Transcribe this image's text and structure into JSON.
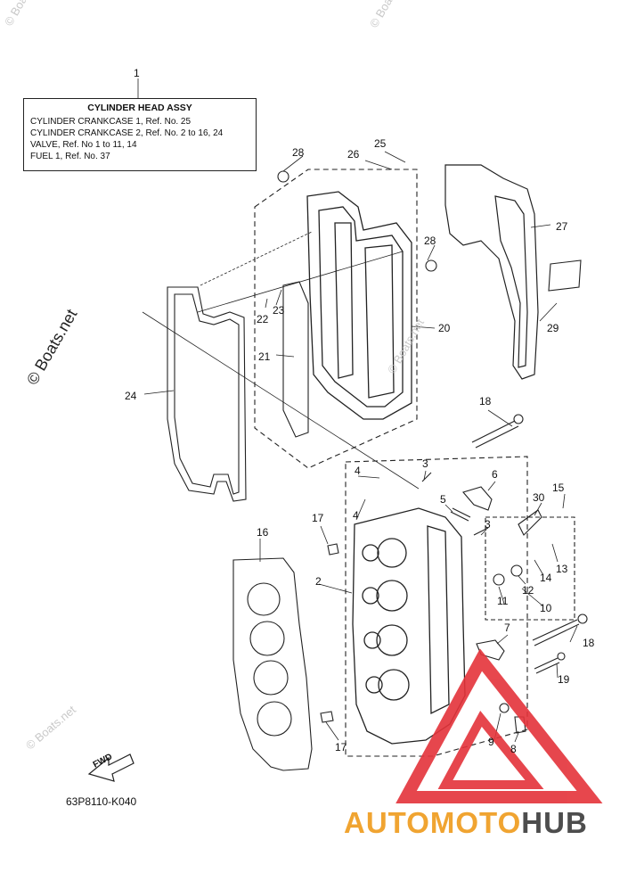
{
  "ref_box": {
    "number": "1",
    "title": "CYLINDER HEAD ASSY",
    "lines": [
      "CYLINDER CRANKCASE 1,  Ref. No. 25",
      "CYLINDER CRANKCASE 2,  Ref. No. 2 to 16, 24",
      "VALVE,  Ref. No 1 to 11, 14",
      "FUEL 1,  Ref. No. 37"
    ]
  },
  "callouts": [
    "1",
    "2",
    "3",
    "3",
    "4",
    "4",
    "5",
    "6",
    "7",
    "8",
    "9",
    "10",
    "11",
    "12",
    "13",
    "14",
    "15",
    "16",
    "17",
    "17",
    "18",
    "18",
    "19",
    "20",
    "21",
    "22",
    "23",
    "24",
    "25",
    "26",
    "27",
    "28",
    "28",
    "29",
    "30"
  ],
  "watermark": {
    "main": "© Boats.net",
    "small": "© Boats.net"
  },
  "part_code": "63P8110-K040",
  "fwd_label": "FWD",
  "brand": {
    "part1": "AUTOMOTO",
    "part2": "HUB"
  },
  "colors": {
    "line": "#222222",
    "logo_red": "#e4333a",
    "logo_orange": "#f0a431",
    "logo_gray": "#4d4d4d"
  }
}
